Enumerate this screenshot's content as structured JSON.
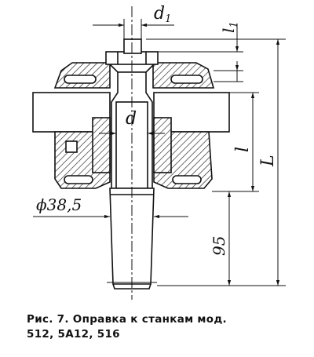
{
  "labels": {
    "d1": "d",
    "d1_sub": "1",
    "l1": "l",
    "l1_sub": "1",
    "d": "d",
    "l": "l",
    "L": "L",
    "phi": "ϕ38,5",
    "len95": "95"
  },
  "caption": {
    "line1": "Рис. 7. Оправка к станкам мод.",
    "line2": "512, 5А12, 516"
  }
}
